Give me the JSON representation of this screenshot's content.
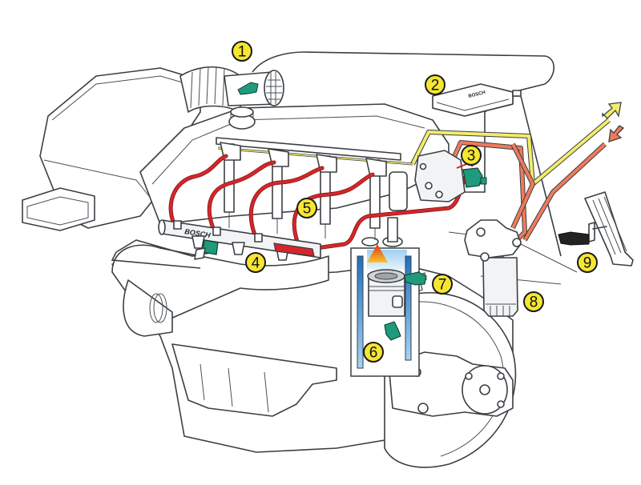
{
  "diagram": {
    "title": "Common rail diesel injection system",
    "brand_labels": {
      "rail": "BOSCH",
      "ecu": "BOSCH"
    },
    "colors": {
      "callout_fill": "#f5e633",
      "high_pressure_line": "#d6262b",
      "low_pressure_supply": "#f07a5a",
      "fuel_return": "#f4ec6a",
      "sensor_green": "#1f9a7a",
      "combustion_flame": "#f28a1e",
      "cylinder_blue": "#3c8fd4"
    },
    "callouts": [
      {
        "number": "1",
        "component": "air-mass-meter"
      },
      {
        "number": "2",
        "component": "engine-control-unit"
      },
      {
        "number": "3",
        "component": "high-pressure-pump"
      },
      {
        "number": "4",
        "component": "common-rail-accumulator"
      },
      {
        "number": "5",
        "component": "injectors"
      },
      {
        "number": "6",
        "component": "crankshaft-speed-sensor"
      },
      {
        "number": "7",
        "component": "camshaft-speed-sensor"
      },
      {
        "number": "8",
        "component": "fuel-filter"
      },
      {
        "number": "9",
        "component": "accelerator-pedal-sensor"
      }
    ],
    "flow_arrows": [
      {
        "direction": "out",
        "meaning": "fuel-return",
        "color": "#f4ec6a"
      },
      {
        "direction": "in",
        "meaning": "fuel-supply",
        "color": "#f07a5a"
      }
    ]
  }
}
